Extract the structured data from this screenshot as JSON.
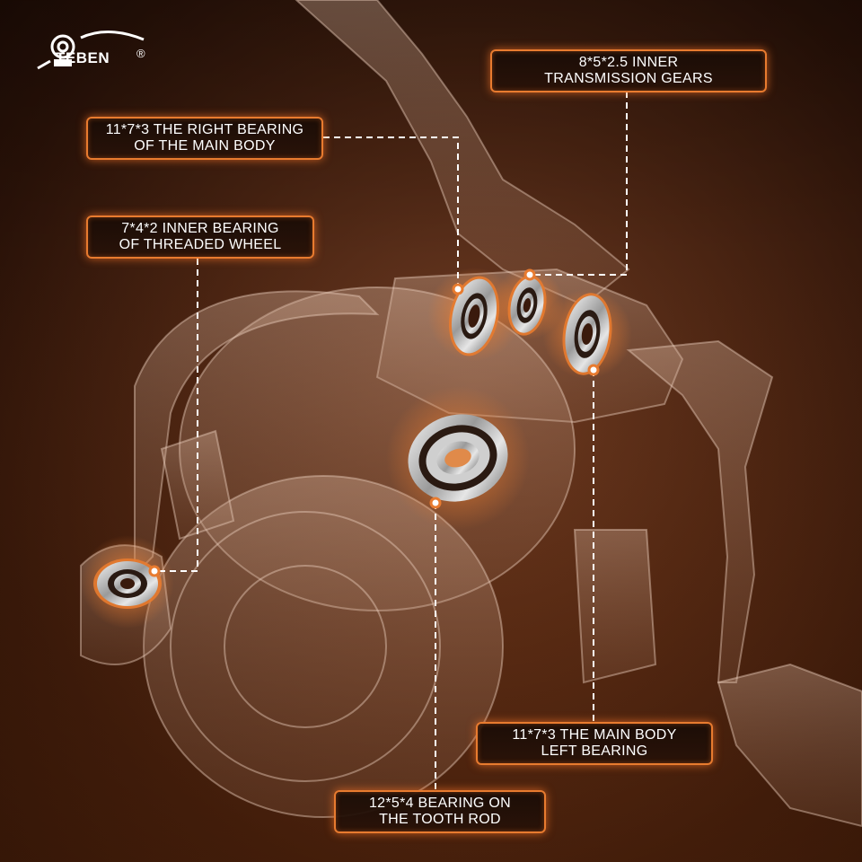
{
  "brand": {
    "name": "TEBEN",
    "registered_mark": "®"
  },
  "callouts": {
    "gears": "8*5*2.5 INNER\nTRANSMISSION GEARS",
    "right_bearing": "11*7*3 THE RIGHT BEARING\nOF THE MAIN BODY",
    "threaded_wheel": "7*4*2 INNER BEARING\nOF THREADED WHEEL",
    "left_bearing": "11*7*3 THE MAIN BODY\nLEFT BEARING",
    "tooth_rod": "12*5*4 BEARING ON\nTHE TOOTH ROD"
  },
  "colors": {
    "accent": "#e87b2f",
    "background": "#3a1a0c",
    "leader": "#ffffff"
  }
}
